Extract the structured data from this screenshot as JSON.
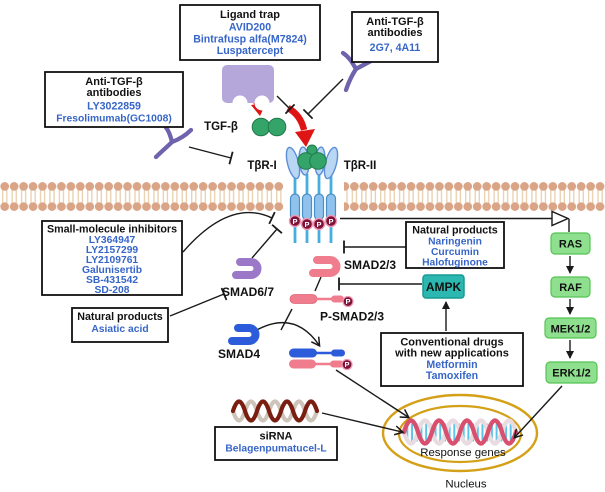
{
  "colors": {
    "accent_blue_text": "#3766c8",
    "membrane_tan": "#daa487",
    "receptor_blue": "#8fc2ec",
    "tgfb_green": "#35a468",
    "cascade_green": "#8ee08e",
    "ampk_teal": "#2cb8b0",
    "smad_pink": "#ef7d8e",
    "smad_blue": "#2d5cdb",
    "smad_purple": "#9b79c8",
    "antibody_purple": "#6e63ad",
    "ligand_trap_purple": "#b5a7d9",
    "phospho_maroon": "#7c1237",
    "nucleus_gold": "#d4a017",
    "dna_pink": "#d94f6e",
    "dna_rung_cyan": "#5fc3e8",
    "red_arrow": "#df1414"
  },
  "boxes": {
    "ligand_trap": {
      "title": "Ligand trap",
      "items": [
        "AVID200",
        "Bintrafusp alfa(M7824)",
        "Luspatercept"
      ]
    },
    "anti_tgfb_right": {
      "title1": "Anti-TGF-β",
      "title2": "antibodies",
      "items": [
        "2G7, 4A11"
      ]
    },
    "anti_tgfb_left": {
      "title1": "Anti-TGF-β",
      "title2": "antibodies",
      "items": [
        "LY3022859",
        "Fresolimumab(GC1008)"
      ]
    },
    "small_molecule": {
      "title": "Small-molecule inhibitors",
      "items": [
        "LY364947",
        "LY2157299",
        "LY2109761",
        "Galunisertib",
        "SB-431542",
        "SD-208"
      ]
    },
    "natural_left": {
      "title": "Natural products",
      "items": [
        "Asiatic acid"
      ]
    },
    "natural_right": {
      "title": "Natural products",
      "items": [
        "Naringenin",
        "Curcumin",
        "Halofuginone"
      ]
    },
    "conventional": {
      "title1": "Conventional drugs",
      "title2": "with new applications",
      "items": [
        "Metformin",
        "Tamoxifen"
      ]
    },
    "sirna": {
      "title": "siRNA",
      "items": [
        "Belagenpumatucel-L"
      ]
    }
  },
  "labels": {
    "tgfb": "TGF-β",
    "tbr1": "TβR-I",
    "tbr2": "TβR-II",
    "smad67": "SMAD6/7",
    "smad23": "SMAD2/3",
    "psmad23": "P-SMAD2/3",
    "smad4": "SMAD4",
    "ampk": "AMPK",
    "response_genes": "Response genes",
    "nucleus": "Nucleus",
    "phospho": "P"
  },
  "cascade": [
    "RAS",
    "RAF",
    "MEK1/2",
    "ERK1/2"
  ]
}
